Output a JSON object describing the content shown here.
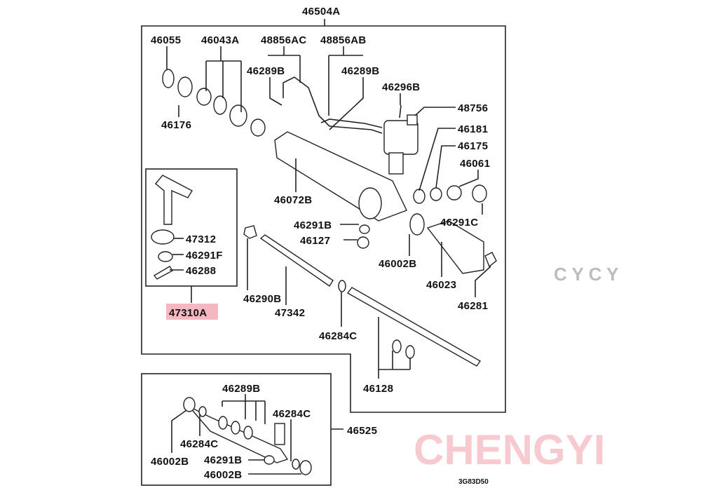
{
  "diagram": {
    "assembly_label": "46504A",
    "subassembly_label": "46525",
    "tie_rod_end_label": "47310A",
    "drawing_code": "3G83D50",
    "highlight_color": "#f5b8c0",
    "watermark": {
      "brand": "CHENGYI",
      "sub": "C Y C Y"
    },
    "parts": {
      "p46055": "46055",
      "p46043A": "46043A",
      "p48856AC": "48856AC",
      "p48856AB": "48856AB",
      "p46289B_a": "46289B",
      "p46289B_b": "46289B",
      "p46296B": "46296B",
      "p48756": "48756",
      "p46176": "46176",
      "p46181": "46181",
      "p46175": "46175",
      "p46061": "46061",
      "p46072B": "46072B",
      "p46291C": "46291C",
      "p46291B_a": "46291B",
      "p47312": "47312",
      "p46127": "46127",
      "p46291F": "46291F",
      "p46002B_a": "46002B",
      "p46288": "46288",
      "p46023": "46023",
      "p46290B": "46290B",
      "p47342": "47342",
      "p46281": "46281",
      "p46284C_a": "46284C",
      "p46128": "46128",
      "p46289B_c": "46289B",
      "p46284C_b": "46284C",
      "p46284C_c": "46284C",
      "p46002B_b": "46002B",
      "p46291B_b": "46291B",
      "p46002B_c": "46002B"
    }
  }
}
